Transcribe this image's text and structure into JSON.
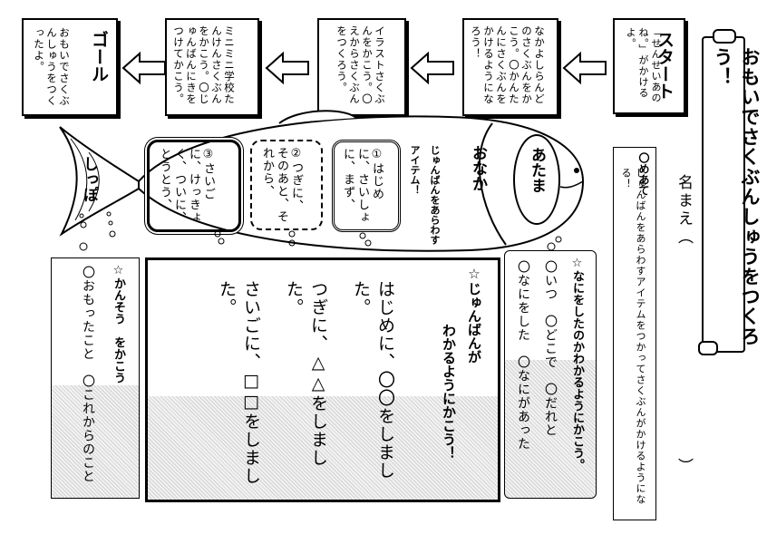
{
  "title": "おもいでさくぶんしゅうをつくろう！",
  "name_label": "名まえ（",
  "name_close": "）",
  "aim": {
    "heading": "〇めあて",
    "text": "じゅんばんをあらわすアイテムをつかってさくぶんがかけるようになる！"
  },
  "flow": {
    "start": {
      "heading": "スタート",
      "text": "「せんせいあのね。」がかけるよ。"
    },
    "step1": {
      "text": "なかよしらんどのさくぶんをかこう。〇かんたんにさくぶんをかけるようになろう！"
    },
    "step2": {
      "text": "イラストさくぶんをかこう。〇えからさくぶんをつくろう。"
    },
    "step3": {
      "text": "ミニミニ学校たんけんさくぶんをかこう。〇じゅんばんにきをつけてかこう。"
    },
    "goal": {
      "heading": "ゴール",
      "text": "おもいでさくぶんしゅうをつくったよ。"
    }
  },
  "fish": {
    "head": "あたま",
    "belly": "おなか",
    "items_label": "じゅんばんをあらわすアイテム！",
    "tail": "しっぽ",
    "item1": "①はじめに、さいしょに、まず、",
    "item2": "②つぎに、そのあと、それから、",
    "item3": "③さいごに、けっきょく、ついに、とうとう、"
  },
  "what_section": {
    "heading": "☆なにをしたのかわかるようにかこう。",
    "lines": [
      "〇いつ　〇どこで　〇だれと",
      "〇なにをした　〇なにがあった"
    ]
  },
  "order_section": {
    "heading1": "☆じゅんばんが",
    "heading2": "わかるようにかこう！",
    "lines": [
      "はじめに、〇〇をしました。",
      "つぎに、△△をしました。",
      "さいごに、□□をしました。"
    ]
  },
  "impression_section": {
    "heading": "☆かんそう　をかこう",
    "lines": [
      "〇おもったこと　〇これからのこと"
    ]
  }
}
